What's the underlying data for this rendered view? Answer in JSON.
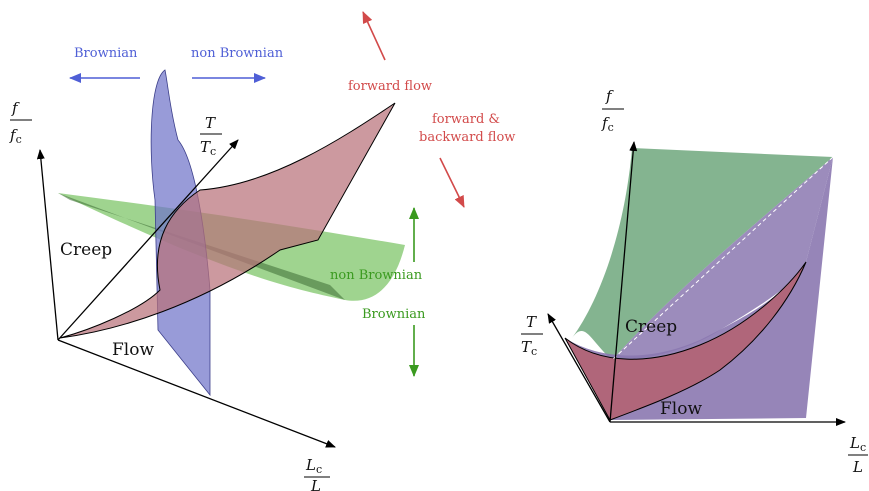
{
  "colors": {
    "blue": "#4f5fd6",
    "red": "#d24a4a",
    "green": "#3a9a1f",
    "blue_surface": "#8c8fd6",
    "red_surface": "#b8727a",
    "green_surface": "#7fc66a",
    "axis": "#000000"
  },
  "left": {
    "axis_f": {
      "num": "f",
      "den": "f",
      "den_sub": "c"
    },
    "axis_T": {
      "num": "T",
      "den": "T",
      "den_sub": "c"
    },
    "axis_L": {
      "num": "L",
      "num_sub": "c",
      "den": "L"
    },
    "region_creep": "Creep",
    "region_flow": "Flow",
    "blue_left": "Brownian",
    "blue_right": "non Brownian",
    "red_up": "forward flow",
    "red_down_line1": "forward &",
    "red_down_line2": "backward flow",
    "green_up": "non Brownian",
    "green_down": "Brownian"
  },
  "right": {
    "axis_f": {
      "num": "f",
      "den": "f",
      "den_sub": "c"
    },
    "axis_T": {
      "num": "T",
      "den": "T",
      "den_sub": "c"
    },
    "axis_L": {
      "num": "L",
      "num_sub": "c",
      "den": "L"
    },
    "region_creep": "Creep",
    "region_flow": "Flow"
  }
}
